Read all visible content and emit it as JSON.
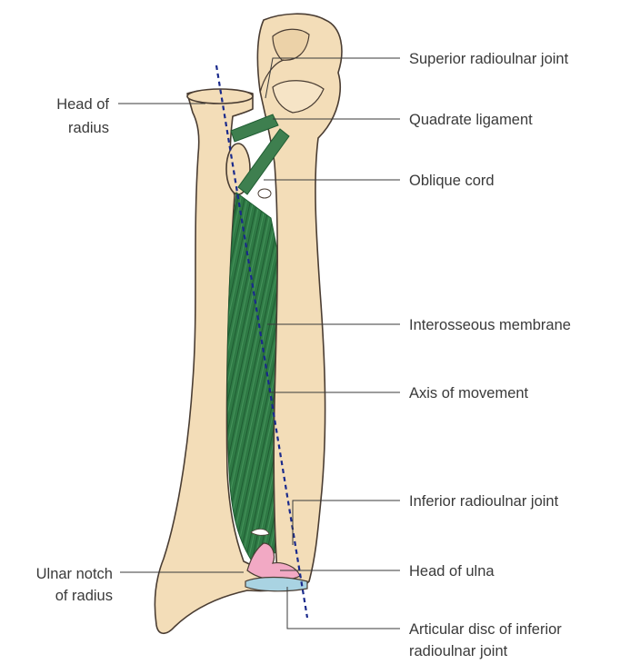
{
  "labels": {
    "superior_radioulnar_joint": "Superior radioulnar joint",
    "head_of_radius_line1": "Head of",
    "head_of_radius_line2": "radius",
    "quadrate_ligament": "Quadrate ligament",
    "oblique_cord": "Oblique cord",
    "interosseous_membrane": "Interosseous membrane",
    "axis_of_movement": "Axis of movement",
    "inferior_radioulnar_joint": "Inferior radioulnar joint",
    "head_of_ulna": "Head of ulna",
    "ulnar_notch_line1": "Ulnar notch",
    "ulnar_notch_line2": "of radius",
    "articular_disc_line1": "Articular disc of inferior",
    "articular_disc_line2": "radioulnar joint"
  },
  "colors": {
    "bone": "#f3ddb8",
    "outline": "#4a3d33",
    "membrane": "#2f7a45",
    "membrane_dark": "#1f5c32",
    "ligament": "#3e7f4f",
    "axis_line": "#1a2a8c",
    "head_of_ulna": "#f2a9c4",
    "articular_disc": "#a9d3e2",
    "label_text": "#3a3a3a"
  }
}
